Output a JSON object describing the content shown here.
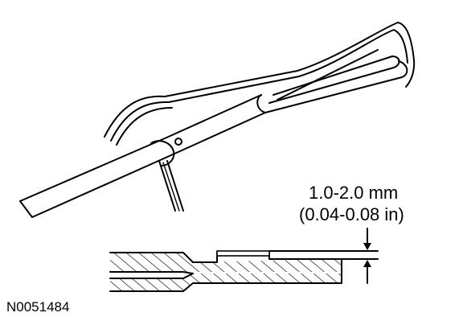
{
  "dimension": {
    "metric": "1.0-2.0 mm",
    "imperial": "(0.04-0.08 in)"
  },
  "figure_id": "N0051484",
  "ink_color": "#000000"
}
